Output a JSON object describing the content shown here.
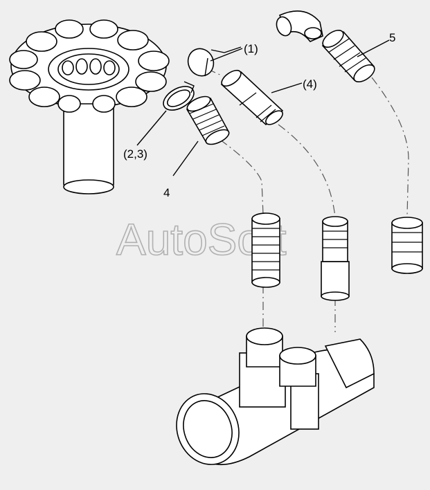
{
  "callouts": {
    "label_1": "(1)",
    "label_4a": "(4)",
    "label_5": "5",
    "label_23": "(2,3)",
    "label_4b": "4"
  },
  "watermark": "AutoSoft",
  "colors": {
    "background": "#efefef",
    "ink": "#000000",
    "watermark": "#b0b0b0"
  }
}
